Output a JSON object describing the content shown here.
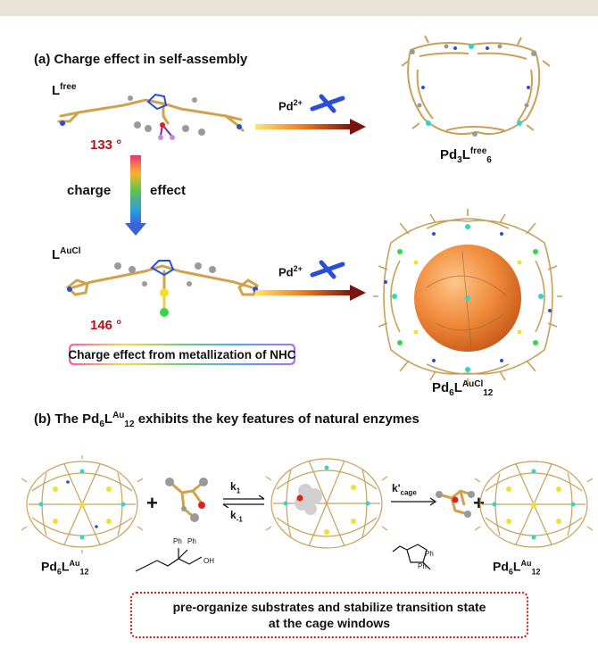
{
  "section_a": {
    "heading": "(a)  Charge effect in self-assembly",
    "ligand_free_label": "L",
    "ligand_free_sup": "free",
    "angle_free": "133 °",
    "charge_label": "charge",
    "effect_label": "effect",
    "ligand_aucl_label": "L",
    "ligand_aucl_sup": "AuCl",
    "angle_aucl": "146 °",
    "pd_top": "Pd",
    "pd_top_sup": "2+",
    "pd_bottom": "Pd",
    "pd_bottom_sup": "2+",
    "cage_free": {
      "a": "Pd",
      "b": "3",
      "c": "L",
      "d": "free",
      "e": "6"
    },
    "cage_aucl": {
      "a": "Pd",
      "b": "6",
      "c": "L",
      "d": "AuCl",
      "e": "12"
    },
    "box_text": "Charge effect from metallization of NHC"
  },
  "section_b": {
    "heading_prefix": "(b)  The Pd",
    "heading_sub1": "6",
    "heading_l": "L",
    "heading_sup": "Au",
    "heading_sub2": "12",
    "heading_suffix": " exhibits the key features of natural enzymes",
    "k1": "k",
    "k1_sub": "1",
    "km1": "k",
    "km1_sub": "-1",
    "kcage": "k'",
    "kcage_sub": "cage",
    "plus": "+",
    "left_caption": {
      "a": "Pd",
      "b": "6",
      "c": "L",
      "d": "Au",
      "e": "12"
    },
    "right_caption": {
      "a": "Pd",
      "b": "6",
      "c": "L",
      "d": "Au",
      "e": "12"
    },
    "substrate_ph1": "Ph",
    "substrate_ph2": "Ph",
    "substrate_oh": "OH",
    "product_ph1": "Ph",
    "product_ph2": "Ph",
    "box_line1": "pre-organize substrates and stabilize transition state",
    "box_line2": "at the cage windows"
  },
  "colors": {
    "angle_red": "#b3131a",
    "arrow_start": "#ffd23f",
    "arrow_end": "#7a1410",
    "sphere": "#f08a3a",
    "bond": "#d2a24a",
    "atom": "#9a9a9a",
    "cross_blue": "#2a4fd6"
  }
}
